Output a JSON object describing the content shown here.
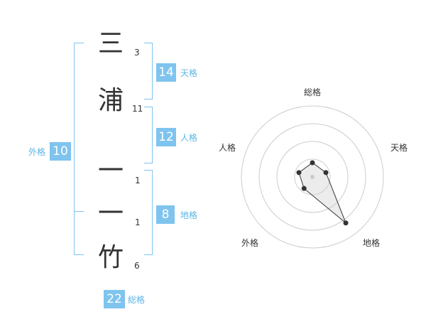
{
  "name": {
    "chars": [
      {
        "char": "三",
        "strokes": "3"
      },
      {
        "char": "浦",
        "strokes": "11"
      },
      {
        "char": "一",
        "strokes": "1"
      },
      {
        "char": "一",
        "strokes": "1"
      },
      {
        "char": "竹",
        "strokes": "6"
      }
    ]
  },
  "fortunes": {
    "tenkaku": {
      "value": "14",
      "label": "天格"
    },
    "jinkaku": {
      "value": "12",
      "label": "人格"
    },
    "chikaku": {
      "value": "8",
      "label": "地格"
    },
    "gaikaku": {
      "value": "10",
      "label": "外格"
    },
    "soukaku": {
      "value": "22",
      "label": "総格"
    }
  },
  "colors": {
    "accent": "#7fc4ee",
    "label": "#5cb6e6",
    "text": "#333333"
  },
  "chart_data": {
    "type": "radar",
    "axes": [
      "総格",
      "天格",
      "地格",
      "外格",
      "人格"
    ],
    "values": [
      1,
      1,
      4,
      1,
      1
    ],
    "rmax": 5,
    "rings": 4,
    "grid": true
  }
}
